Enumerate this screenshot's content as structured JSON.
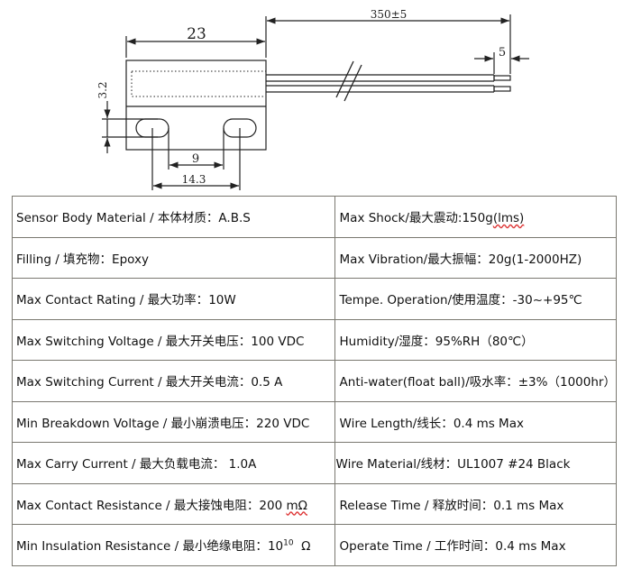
{
  "drawing": {
    "dim_width": "23",
    "dim_height": "3.2",
    "dim_hole_gap": "9",
    "dim_hole_pitch": "14.3",
    "dim_wire_length": "350±5",
    "dim_strip_length": "5"
  },
  "specs": {
    "left": [
      {
        "label": "Sensor Body Material / ",
        "cn": "本体材质：",
        "value": "A.B.S"
      },
      {
        "label": "Filling / ",
        "cn": "填充物：",
        "value": "Epoxy"
      },
      {
        "label": "Max Contact Rating / ",
        "cn": "最大功率：",
        "value": "10W"
      },
      {
        "label": "Max Switching Voltage / ",
        "cn": "最大开关电压：",
        "value": "100 VDC"
      },
      {
        "label": "Max Switching Current / ",
        "cn": "最大开关电流：",
        "value": "0.5 A"
      },
      {
        "label": "Min Breakdown Voltage / ",
        "cn": "最小崩溃电压：",
        "value": "220 VDC"
      },
      {
        "label": "Max Carry Current / ",
        "cn": "最大负载电流：",
        "value": " 1.0A"
      },
      {
        "label": "Max Contact Resistance / ",
        "cn": "最大接蚀电阻：",
        "value": "200 ",
        "value_flagged": "mΩ"
      },
      {
        "label": "Min Insulation Resistance / ",
        "cn": "最小绝缘电阻：",
        "value": "10",
        "exponent": "10",
        "unit": "  Ω"
      }
    ],
    "right": [
      {
        "label": "Max Shock/",
        "cn": "最大震动:",
        "value": "150g",
        "value_flagged": "(lms)"
      },
      {
        "label": "Max Vibration/",
        "cn": "最大振幅：",
        "value": "20g(1-2000HZ)"
      },
      {
        "label": "Tempe. Operation/",
        "cn": "使用温度：",
        "value": "-30~+95℃"
      },
      {
        "label": "Humidity/",
        "cn": "湿度：",
        "value": "95%RH（80℃）"
      },
      {
        "label": "Anti-water(float ball)/",
        "cn": "吸水率：",
        "value": "±3%（1000hr）"
      },
      {
        "label": "Wire Length/",
        "cn": "线长：",
        "value": "0.4 ms Max"
      },
      {
        "label": "Wire Material/",
        "cn": "线材：",
        "value": "UL1007 #24 Black"
      },
      {
        "label": "Release Time / ",
        "cn": "释放时间：",
        "value": "0.1 ms Max"
      },
      {
        "label": "Operate Time / ",
        "cn": "工作时间：",
        "value": "0.4 ms Max"
      }
    ]
  }
}
